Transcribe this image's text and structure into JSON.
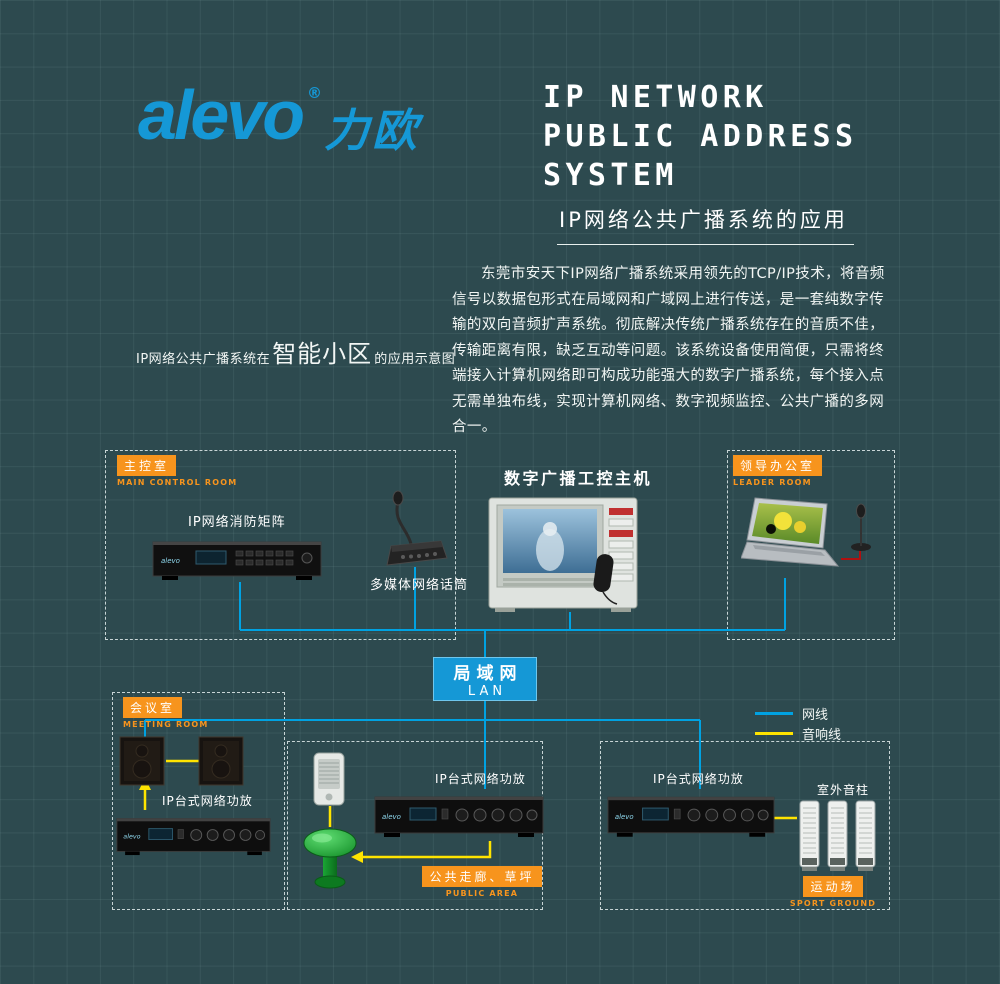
{
  "colors": {
    "bg": "#2d4a4f",
    "accent_blue": "#1598d6",
    "orange": "#f7941d",
    "line_blue": "#00a2e2",
    "line_yellow": "#ffe400",
    "line_red": "#b01010",
    "text_white": "#f2f6f4"
  },
  "header": {
    "logo_text": "alevo",
    "logo_reg": "®",
    "logo_cn": "力欧",
    "title_line1": "IP NETWORK",
    "title_line2": "PUBLIC ADDRESS",
    "title_line3": "SYSTEM",
    "subtitle": "IP网络公共广播系统的应用"
  },
  "intro": {
    "caption_prefix": "IP网络公共广播系统在",
    "caption_highlight": "智能小区",
    "caption_suffix": "的应用示意图",
    "paragraph_lines": [
      "东莞市安天下IP网络广播系统采用领先的TCP/IP技术，将音频",
      "信号以数据包形式在局域网和广域网上进行传送，是一套纯数字传",
      "输的双向音频扩声系统。彻底解决传统广播系统存在的音质不佳，",
      "传输距离有限，缺乏互动等问题。该系统设备使用简便，只需将终",
      "端接入计算机网络即可构成功能强大的数字广播系统，每个接入点",
      "无需单独布线，实现计算机网络、数字视频监控、公共广播的多网",
      "合一。"
    ]
  },
  "diagram": {
    "lan": {
      "cn": "局域网",
      "en": "LAN"
    },
    "legend": {
      "network": "网线",
      "audio": "音响线"
    },
    "rooms": {
      "main_control": {
        "cn": "主控室",
        "en": "MAIN CONTROL ROOM"
      },
      "leader": {
        "cn": "领导办公室",
        "en": "LEADER ROOM"
      },
      "meeting": {
        "cn": "会议室",
        "en": "MEETING ROOM"
      },
      "public": {
        "cn": "公共走廊、草坪",
        "en": "PUBLIC AREA"
      },
      "sport": {
        "cn": "运动场",
        "en": "SPORT GROUND"
      }
    },
    "labels": {
      "fire_matrix": "IP网络消防矩阵",
      "network_mic": "多媒体网络话筒",
      "broadcast_host": "数字广播工控主机",
      "meeting_amp": "IP台式网络功放",
      "public_amp": "IP台式网络功放",
      "sport_amp": "IP台式网络功放",
      "outdoor_column": "室外音柱"
    }
  }
}
